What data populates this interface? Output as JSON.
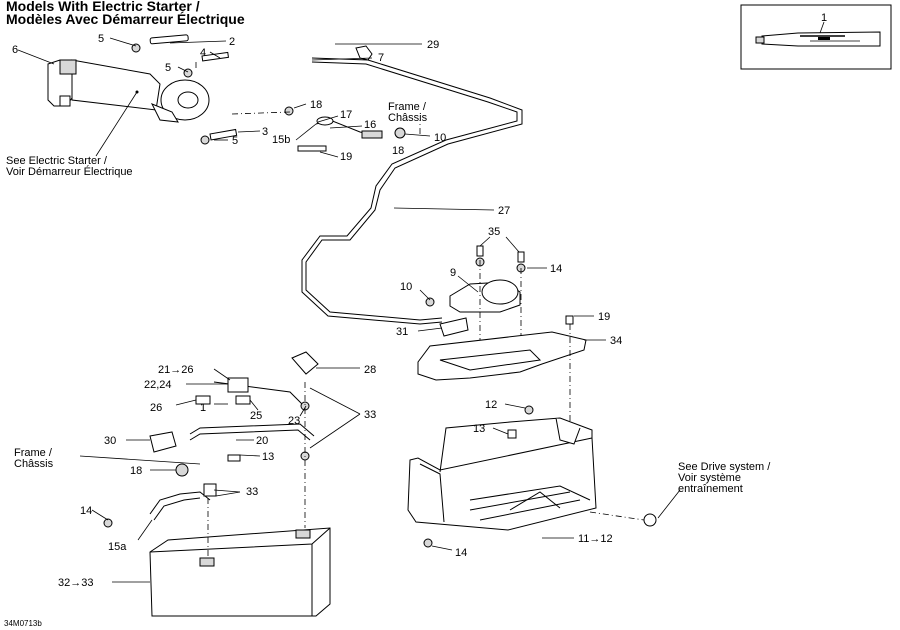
{
  "title": {
    "line1": "Models With Electric Starter /",
    "line2": "Modèles Avec Démarreur Électrique"
  },
  "notes": {
    "starter_en": "See Electric Starter /",
    "starter_fr": "Voir Démarreur Électrique",
    "frame_top_en": "Frame /",
    "frame_top_fr": "Châssis",
    "frame_left_en": "Frame /",
    "frame_left_fr": "Châssis",
    "drive_en": "See Drive system /",
    "drive_fr1": "Voir système",
    "drive_fr2": "entraînement"
  },
  "drawing_code": "34M0713b",
  "callouts": {
    "c1": "1",
    "c2": "2",
    "c3": "3",
    "c4": "4",
    "c5a": "5",
    "c5b": "5",
    "c5c": "5",
    "c6": "6",
    "c7": "7",
    "c9": "9",
    "c10a": "10",
    "c10b": "10",
    "c11": "11→12",
    "c12": "12",
    "c13a": "13",
    "c13b": "13",
    "c14a": "14",
    "c14b": "14",
    "c14c": "14",
    "c15a": "15a",
    "c15b": "15b",
    "c16": "16",
    "c17": "17",
    "c18a": "18",
    "c18b": "18",
    "c18c": "18",
    "c19a": "19",
    "c19b": "19",
    "c20": "20",
    "c21": "21→26",
    "c22": "22,24",
    "c23": "23",
    "c25": "25",
    "c26": "26",
    "c1b": "1",
    "c27": "27",
    "c28": "28",
    "c29": "29",
    "c30": "30",
    "c31": "31",
    "c32": "32→33",
    "c33a": "33",
    "c33b": "33",
    "c34": "34",
    "c35": "35"
  }
}
